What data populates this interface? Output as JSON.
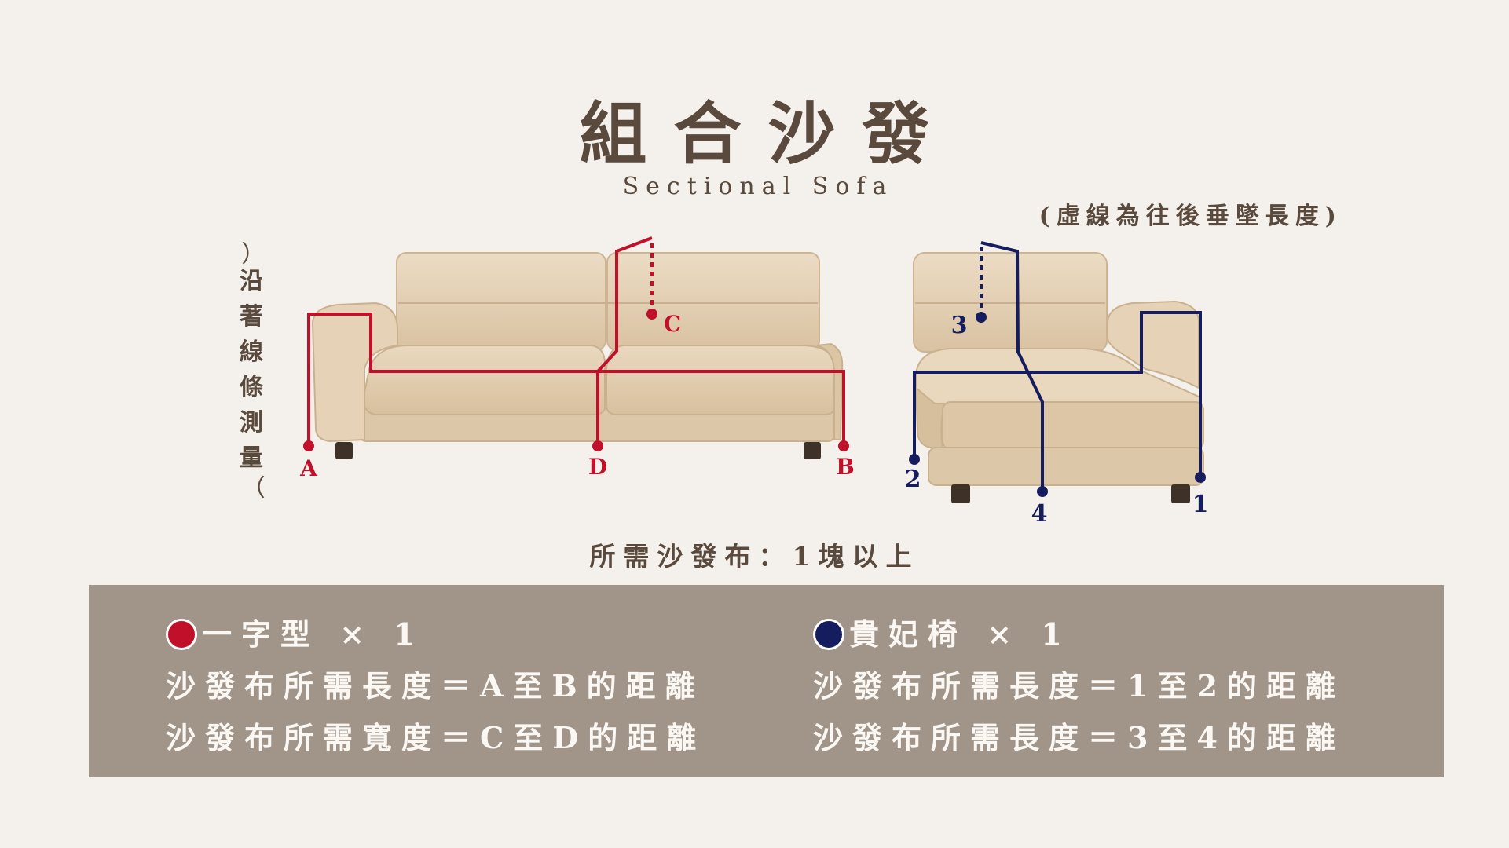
{
  "title": "組合沙發",
  "subtitle": "Sectional Sofa",
  "dashed_note": "(虛線為往後垂墜長度)",
  "measure_note": {
    "open": "︵",
    "chars": [
      "沿",
      "著",
      "線",
      "條",
      "測",
      "量"
    ],
    "close": "︶"
  },
  "labels": {
    "A": "A",
    "B": "B",
    "C": "C",
    "D": "D",
    "p1": "1",
    "p2": "2",
    "p3": "3",
    "p4": "4"
  },
  "fabric_needed": "所需沙發布：1塊以上",
  "legend": {
    "straight": {
      "name": "一字型 × 1",
      "line1": "沙發布所需長度＝A至B的距離",
      "line2": "沙發布所需寬度＝C至D的距離"
    },
    "chaise": {
      "name": "貴妃椅 × 1",
      "line1": "沙發布所需長度＝1至2的距離",
      "line2": "沙發布所需長度＝3至4的距離"
    }
  },
  "colors": {
    "background": "#f4f0eb",
    "red_line": "#c0102a",
    "blue_line": "#161d5e",
    "panel": "#a19489",
    "sofa": "#e3cfb3"
  }
}
